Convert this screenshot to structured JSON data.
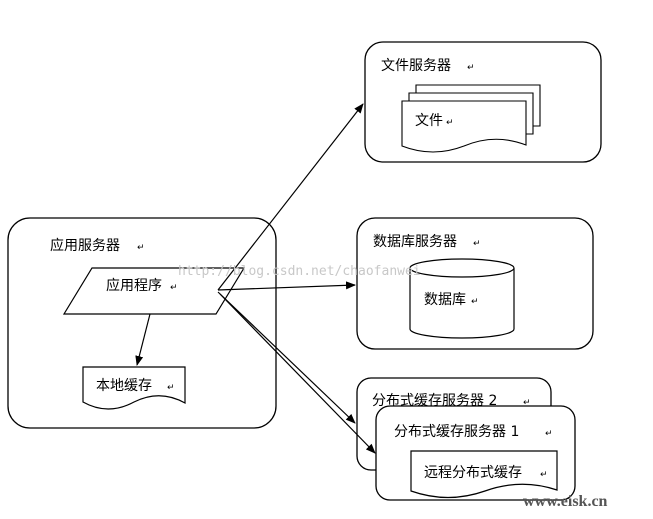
{
  "app_server": {
    "title": "应用服务器",
    "app_program": "应用程序",
    "local_cache": "本地缓存"
  },
  "file_server": {
    "title": "文件服务器",
    "file_label": "文件"
  },
  "db_server": {
    "title": "数据库服务器",
    "db_label": "数据库"
  },
  "cache_server_2": {
    "title": "分布式缓存服务器 2"
  },
  "cache_server_1": {
    "title": "分布式缓存服务器 1",
    "remote_cache": "远程分布式缓存"
  },
  "para_mark": "↵",
  "watermark": "http://blog.csdn.net/chaofanwei",
  "site_logo": "www.eisk.cn"
}
